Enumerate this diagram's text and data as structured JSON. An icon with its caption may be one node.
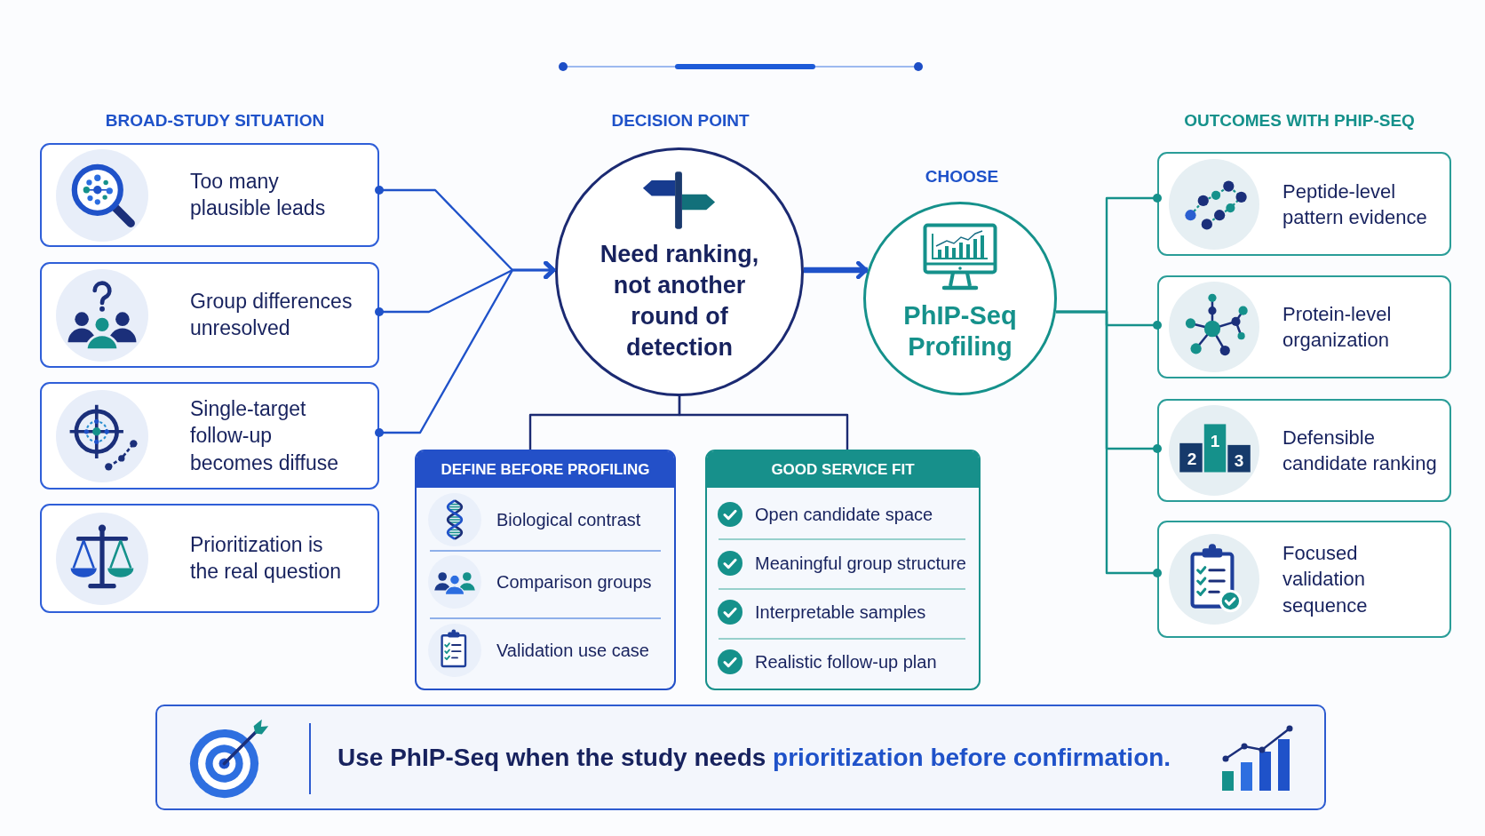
{
  "diagram": {
    "nodes": [
      {
        "text": [
          "Too many plausible leads"
        ]
      },
      {
        "text": [
          "Group differences unresolved"
        ]
      },
      {
        "text": [
          "Single-target follow-up becomes diffuse"
        ]
      },
      {
        "text": [
          "Prioritization is the real question"
        ]
      },
      {
        "text": [
          "Need ranking, not another round of detection"
        ],
        "beside": [
          "DECISION POINT"
        ]
      },
      {
        "text": [
          "PhIP-Seq Profiling"
        ],
        "beside": [
          "CHOOSE"
        ]
      },
      {
        "text": [
          "Peptide-level pattern evidence"
        ]
      },
      {
        "text": [
          "Protein-level organization"
        ]
      },
      {
        "text": [
          "Defensible candidate ranking"
        ]
      },
      {
        "text": [
          "Focused validation sequence"
        ]
      },
      {
        "text": [
          "DEFINE BEFORE PROFILING",
          "Biological contrast",
          "Comparison groups",
          "Validation use case"
        ]
      },
      {
        "text": [
          "GOOD SERVICE FIT",
          "Open candidate space",
          "Meaningful group structure",
          "Interpretable samples",
          "Realistic follow-up plan"
        ]
      },
      {
        "text": [
          "Use PhIP-Seq when the study needs **prioritization before confirmation.**"
        ]
      }
    ],
    "edges": [
      {
        "from": 0,
        "to": 4,
        "arrow": "to"
      },
      {
        "from": 1,
        "to": 4,
        "arrow": "to"
      },
      {
        "from": 2,
        "to": 4,
        "arrow": "to"
      },
      {
        "from": 4,
        "to": 5,
        "arrow": "to",
        "style": "thick"
      },
      {
        "from": 5,
        "to": 6,
        "arrow": "other",
        "color": "#15918b"
      },
      {
        "from": 5,
        "to": 7,
        "arrow": "other",
        "color": "#15918b"
      },
      {
        "from": 5,
        "to": 8,
        "arrow": "other",
        "color": "#15918b"
      },
      {
        "from": 5,
        "to": 9,
        "arrow": "other",
        "color": "#15918b"
      },
      {
        "from": 4,
        "to": 10,
        "arrow": "none",
        "color": "#1b2a72"
      },
      {
        "from": 4,
        "to": 11,
        "arrow": "none",
        "color": "#1b2a72"
      }
    ],
    "labels": [
      "BROAD-STUDY SITUATION",
      "OUTCOMES WITH PHIP-SEQ",
      "2",
      "1",
      "3"
    ]
  }
}
